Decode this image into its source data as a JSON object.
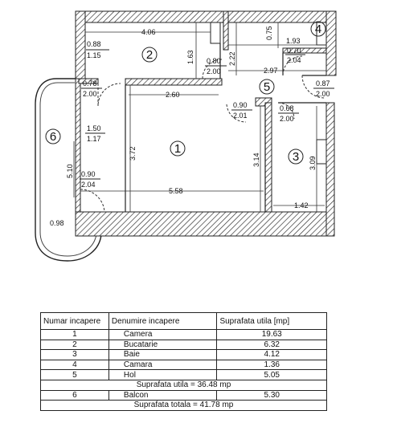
{
  "rooms": [
    {
      "number": "1",
      "name": "Camera",
      "area": "19.63"
    },
    {
      "number": "2",
      "name": "Bucatarie",
      "area": "6.32"
    },
    {
      "number": "3",
      "name": "Baie",
      "area": "4.12"
    },
    {
      "number": "4",
      "name": "Camara",
      "area": "1.36"
    },
    {
      "number": "5",
      "name": "Hol",
      "area": "5.05"
    },
    {
      "number": "6",
      "name": "Balcon",
      "area": "5.30"
    }
  ],
  "table": {
    "col_number": "Numar incapere",
    "col_name": "Denumire incapere",
    "col_area": "Suprafata utila [mp]",
    "usable_total": "Suprafata utila = 36.48 mp",
    "grand_total": "Suprafata totala = 41.78 mp"
  },
  "dimensions": {
    "d406": "4.06",
    "d163": "1.63",
    "d088": "0.88",
    "d115": "1.15",
    "d075": "0.75",
    "d193": "1.93",
    "d070": "0.70",
    "d204a": "2.04",
    "d222": "2.22",
    "d080": "0.80",
    "d200a": "2.00",
    "d297": "2.97",
    "d087": "0.87",
    "d200b": "2.00",
    "d078": "0.78",
    "d200c": "2.00",
    "d260": "2.60",
    "d090a": "0.90",
    "d201": "2.01",
    "d068": "0.68",
    "d200d": "2.00",
    "d150": "1.50",
    "d117": "1.17",
    "d372": "3.72",
    "d314": "3.14",
    "d309": "3.09",
    "d510": "5.10",
    "d090b": "0.90",
    "d204b": "2.04",
    "d558": "5.58",
    "d142": "1.42",
    "d098": "0.98"
  }
}
